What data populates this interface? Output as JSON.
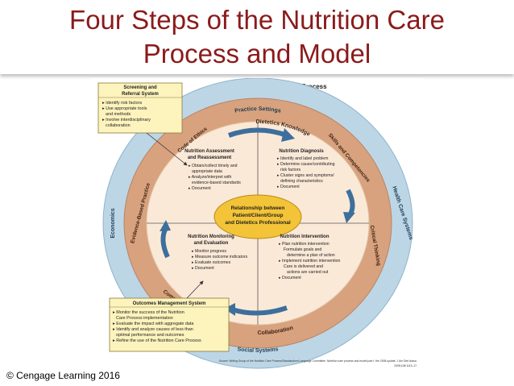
{
  "slide": {
    "title_line1": "Four Steps of the Nutrition Care",
    "title_line2": "Process and Model",
    "copyright": "© Cengage Learning 2016"
  },
  "diagram": {
    "title": "The Nutrition Care Process",
    "outer_ring": {
      "practice_settings": "Practice Settings",
      "health_care_systems": "Health Care Systems",
      "social_systems": "Social Systems",
      "economics": "Economics"
    },
    "middle_ring": {
      "dietetics_knowledge": "Dietetics Knowledge",
      "skills_competencies": "Skills and Competencies",
      "critical_thinking": "Critical Thinking",
      "collaboration": "Collaboration",
      "communication": "Communication",
      "evidence_based_practice": "Evidence-Based Practice",
      "code_of_ethics": "Code of Ethics"
    },
    "center": {
      "line1": "Relationship between",
      "line2": "Patient/Client/Group",
      "line3": "and Dietetics Professional"
    },
    "steps": {
      "assessment": {
        "title1": "Nutrition Assessment",
        "title2": "and Reassessment",
        "items": [
          "Obtain/collect timely and",
          "appropriate data",
          "Analyze/interpret with",
          "evidence-based standards",
          "Document"
        ]
      },
      "diagnosis": {
        "title1": "Nutrition Diagnosis",
        "items": [
          "Identify and label problem",
          "Determine cause/contributing",
          "risk factors",
          "Cluster signs and symptoms/",
          "defining characteristics",
          "Document"
        ]
      },
      "intervention": {
        "title1": "Nutrition Intervention",
        "items": [
          "Plan nutrition intervention",
          "Formulate goals and",
          "determine a plan of action",
          "Implement nutrition intervention",
          "Care is delivered and",
          "actions are carried out",
          "Document"
        ]
      },
      "monitoring": {
        "title1": "Nutrition Monitoring",
        "title2": "and Evaluation",
        "items": [
          "Monitor progress",
          "Measure outcome indicators",
          "Evaluate outcomes",
          "Document"
        ]
      }
    },
    "screening_box": {
      "title1": "Screening and",
      "title2": "Referral System",
      "items": [
        "Identify risk factors",
        "Use appropriate tools",
        "and methods",
        "Involve interdisciplinary",
        "collaboration"
      ]
    },
    "outcomes_box": {
      "title": "Outcomes Management System",
      "items": [
        "Monitor the success of the Nutrition",
        "Care Process implementation",
        "Evaluate the impact with aggregate data",
        "Identify and analyze causes of less than",
        "optimal performance and outcomes",
        "Refine the use of the Nutrition Care Process"
      ]
    },
    "source": {
      "line1": "Source: Writing Group of the Nutrition Care Process/Standardized Language Committee. Nutrition care process and model part I: the 2008 update. J Am Diet Assoc.",
      "line2": "2008;108:1113–17."
    }
  },
  "colors": {
    "title_red": "#8b1a1a",
    "outer_ring": "#bcd6e6",
    "middle_ring": "#d8a27e",
    "inner_circle": "#fbe9d8",
    "center_oval": "#f3c437",
    "box_fill": "#fdf3bd",
    "arrow_blue": "#3d6f9c"
  }
}
